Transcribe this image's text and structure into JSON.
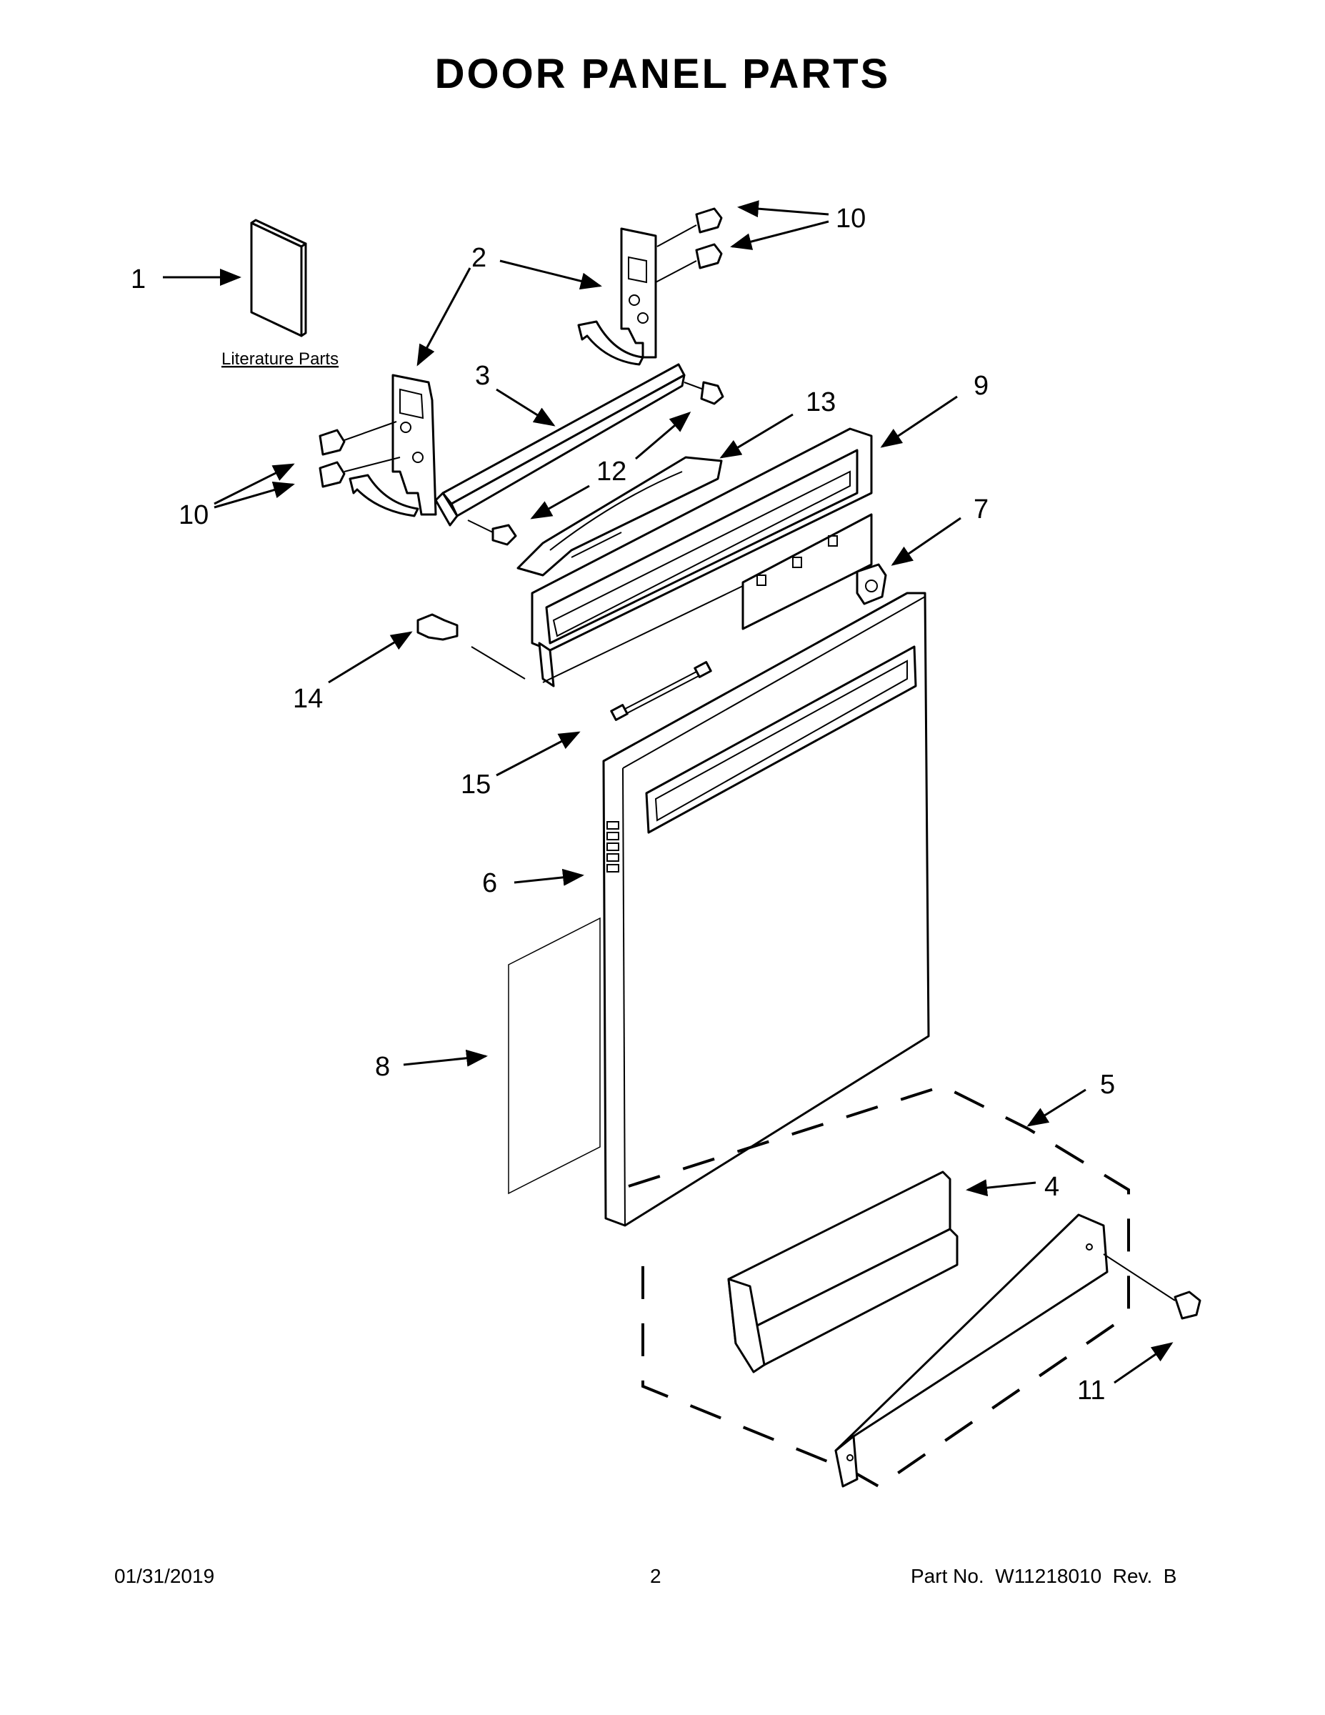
{
  "title": "DOOR PANEL PARTS",
  "literature_label": "Literature Parts",
  "callouts": [
    "1",
    "2",
    "3",
    "4",
    "5",
    "6",
    "7",
    "8",
    "9",
    "10",
    "10",
    "11",
    "12",
    "13",
    "14",
    "15"
  ],
  "footer": {
    "date": "01/31/2019",
    "page": "2",
    "part_no": "Part No.  W11218010  Rev.  B"
  }
}
